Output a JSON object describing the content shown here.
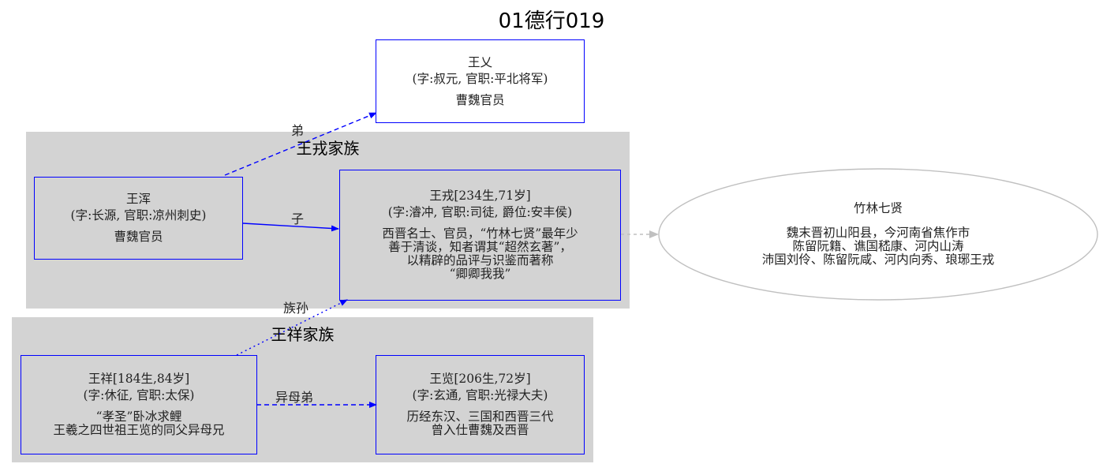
{
  "title": "01德行019",
  "clusters": {
    "wangrong": {
      "label": "王戎家族"
    },
    "wangxiang": {
      "label": "王祥家族"
    }
  },
  "nodes": {
    "wangyi": {
      "lines": [
        "王乂",
        "(字:叔元, 官职:平北将军)"
      ],
      "desc": [
        "曹魏官员"
      ]
    },
    "wanghun": {
      "lines": [
        "王浑",
        "(字:长源, 官职:凉州刺史)"
      ],
      "desc": [
        "曹魏官员"
      ]
    },
    "wangrong": {
      "lines": [
        "王戎[234生,71岁]",
        "(字:濬冲, 官职:司徒, 爵位:安丰侯)"
      ],
      "desc": [
        "西晋名士、官员，“竹林七贤”最年少",
        "善于清谈，知者谓其“超然玄著”，",
        "以精辟的品评与识鉴而著称",
        "“卿卿我我”"
      ]
    },
    "wangxiang": {
      "lines": [
        "王祥[184生,84岁]",
        "(字:休征, 官职:太保)"
      ],
      "desc": [
        "“孝圣”卧冰求鲤",
        "王羲之四世祖王览的同父异母兄"
      ]
    },
    "wanglan": {
      "lines": [
        "王览[206生,72岁]",
        "(字:玄通, 官职:光禄大夫)"
      ],
      "desc": [
        "历经东汉、三国和西晋三代",
        "曾入仕曹魏及西晋"
      ]
    },
    "zhulin": {
      "title": "竹林七贤",
      "desc": [
        "魏末晋初山阳县，今河南省焦作市",
        "陈留阮籍、谯国嵇康、河内山涛",
        "沛国刘伶、陈留阮咸、河内向秀、琅琊王戎"
      ]
    }
  },
  "edges": {
    "hun_yi": "弟",
    "hun_rong": "子",
    "xiang_rong": "族孙",
    "xiang_lan": "异母弟"
  },
  "colors": {
    "node_border": "#0000ff",
    "cluster_bg": "#d3d3d3",
    "ellipse": "#c0c0c0"
  }
}
